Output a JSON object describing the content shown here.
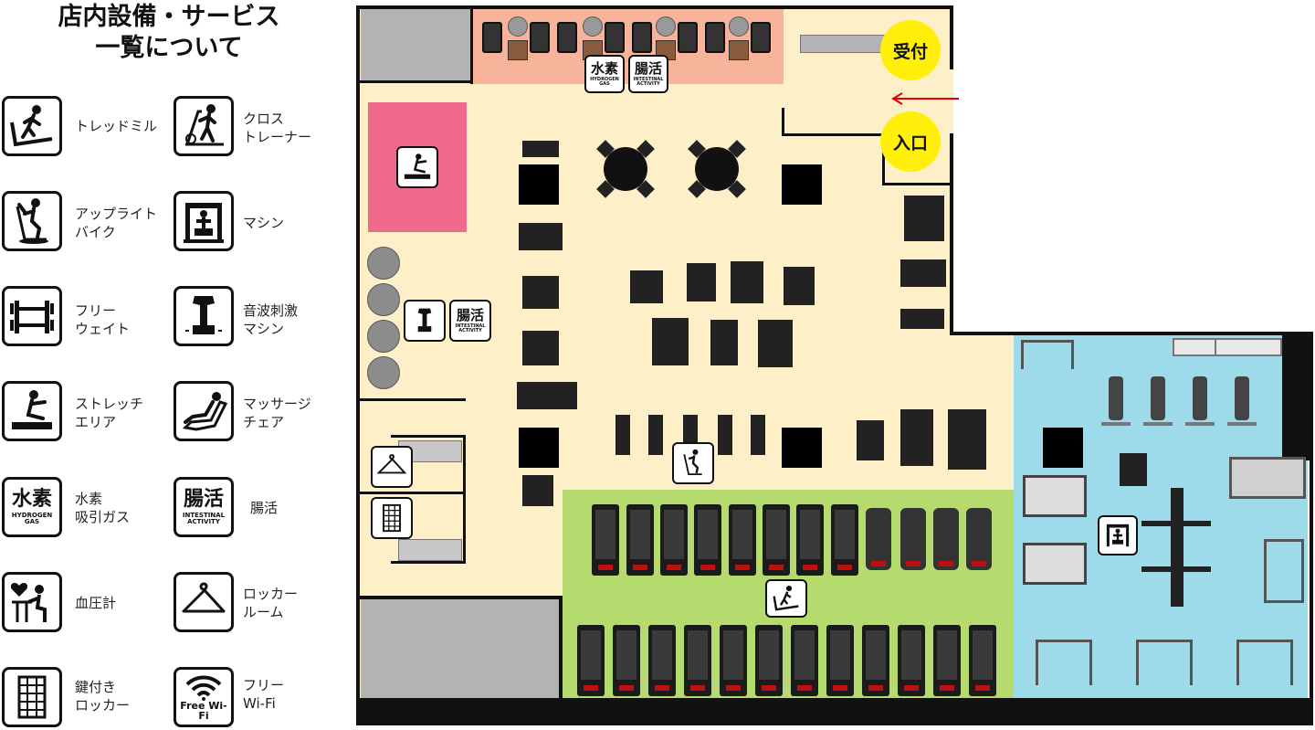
{
  "legend": {
    "title_line1": "店内設備・サービス",
    "title_line2": "一覧について",
    "items": [
      {
        "label": "トレッドミル",
        "icon": "treadmill-icon"
      },
      {
        "label": "クロス\nトレーナー",
        "icon": "cross-trainer-icon"
      },
      {
        "label": "アップライト\nバイク",
        "icon": "upright-bike-icon"
      },
      {
        "label": "マシン",
        "icon": "machine-icon"
      },
      {
        "label": "フリー\nウェイト",
        "icon": "free-weight-icon"
      },
      {
        "label": "音波刺激\nマシン",
        "icon": "sonic-vibration-machine-icon"
      },
      {
        "label": "ストレッチ\nエリア",
        "icon": "stretch-area-icon"
      },
      {
        "label": "マッサージ\nチェア",
        "icon": "massage-chair-icon"
      },
      {
        "label": "水素\n吸引ガス",
        "icon": "hydrogen-gas-icon"
      },
      {
        "label": "腸活",
        "icon": "intestinal-activity-icon"
      },
      {
        "label": "血圧計",
        "icon": "blood-pressure-monitor-icon"
      },
      {
        "label": "ロッカー\nルーム",
        "icon": "locker-room-icon"
      },
      {
        "label": "鍵付き\nロッカー",
        "icon": "locked-locker-icon"
      },
      {
        "label": "フリー\nWi-Fi",
        "icon": "wifi-icon"
      }
    ]
  },
  "badges": {
    "hydrogen_main": "水素",
    "hydrogen_sub": "HYDROGEN GAS",
    "intestinal_main": "腸活",
    "intestinal_sub1": "INTESTINAL",
    "intestinal_sub2": "ACTIVITY",
    "wifi_text": "Free Wi-Fi"
  },
  "map": {
    "reception": "受付",
    "entrance": "入口"
  },
  "colors": {
    "floor": "#fdf0c8",
    "massage_zone": "#f7b49a",
    "stretch_zone": "#f06a8c",
    "cardio_zone": "#b5db6e",
    "free_weight_zone": "#9ddbea",
    "gray_room": "#b3b3b3",
    "reception_circle": "#ffef0a",
    "entrance_arrow": "#e00000"
  }
}
